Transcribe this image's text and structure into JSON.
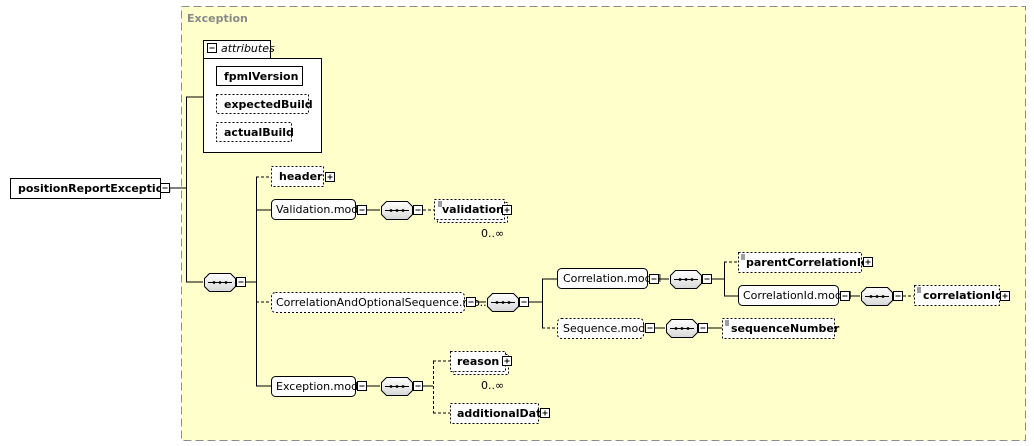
{
  "diagram": {
    "type_name": "Exception",
    "root": "positionReportException",
    "attributes_label": "attributes",
    "attributes": [
      "fpmlVersion",
      "expectedBuild",
      "actualBuild"
    ],
    "nodes": {
      "header": "header",
      "validation_model": "Validation.model",
      "validation": "validation",
      "validation_occ": "0..∞",
      "corr_opt_seq": "CorrelationAndOptionalSequence.mo...",
      "correlation_model": "Correlation.model",
      "parent_correlation_id": "parentCorrelationId",
      "correlation_id_model": "CorrelationId.model",
      "correlation_id": "correlationId",
      "sequence_model": "Sequence.model",
      "sequence_number": "sequenceNumber",
      "exception_model": "Exception.model",
      "reason": "reason",
      "reason_occ": "0..∞",
      "additional_data": "additionalData"
    },
    "colors": {
      "type_background": "#ffffcc",
      "type_border": "#8c8c8c",
      "box_fill": "#ffffff",
      "line": "#000000"
    }
  }
}
